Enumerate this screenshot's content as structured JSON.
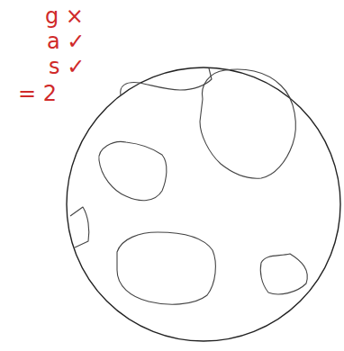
{
  "diagram": {
    "labels": [
      "g ×",
      "a ✓",
      "s ✓",
      "= 2"
    ]
  }
}
